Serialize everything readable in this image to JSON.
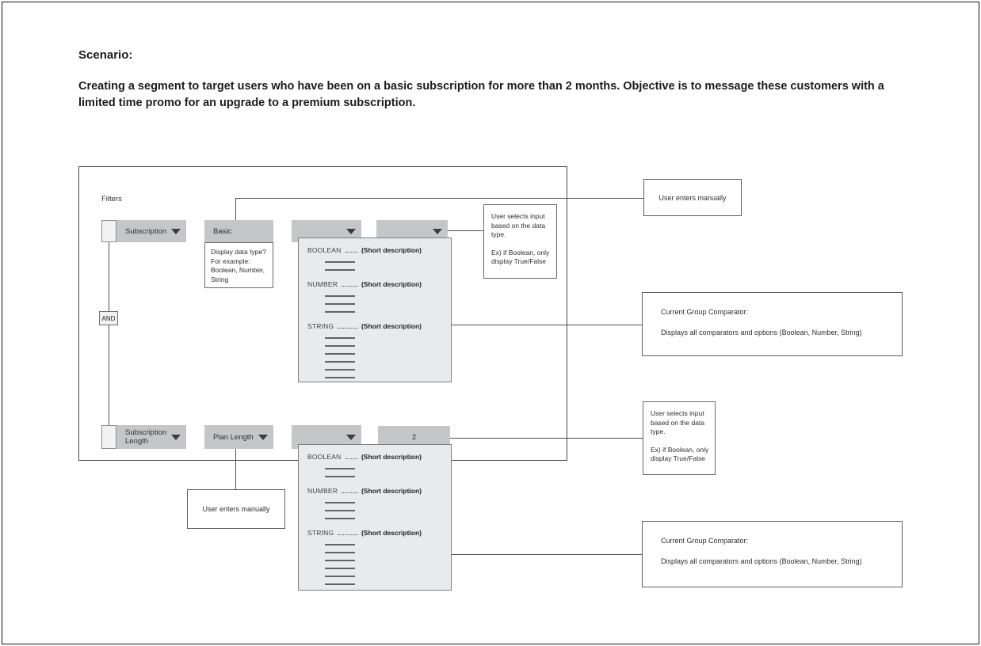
{
  "scenario": {
    "heading": "Scenario:",
    "description": "Creating a segment to target users who have been on a basic subscription for more than 2 months. Objective is to message these customers with a limited time promo for an upgrade to a premium subscription."
  },
  "filters": {
    "panel_label": "Filters",
    "and_connector": "AND",
    "row1": {
      "field1": {
        "label": "Subscription"
      },
      "field2": {
        "label": "Basic"
      },
      "field3": {
        "label": ""
      },
      "field4": {
        "label": ""
      }
    },
    "row2": {
      "field1": {
        "label": "Subscription Length"
      },
      "field2": {
        "label": "Plan Length"
      },
      "field3": {
        "label": ""
      },
      "field4": {
        "label": "2"
      }
    }
  },
  "dropdown_menu": {
    "items": [
      {
        "label": "BOOLEAN",
        "description": "(Short description)",
        "placeholder_lines": 2
      },
      {
        "label": "NUMBER",
        "description": "(Short description)",
        "placeholder_lines": 3
      },
      {
        "label": "STRING",
        "description": "(Short description)",
        "placeholder_lines": 6
      }
    ]
  },
  "annotations": {
    "display_data_type": "Display data type? For example: Boolean, Number, String",
    "user_enters_manually": "User enters manually",
    "user_selects_input": {
      "para1": "User selects input based on the data type.",
      "para2": "Ex) if Boolean, only display True/False"
    },
    "current_group_comparator": {
      "title": "Current Group Comparator:",
      "body": "Displays all comparators and options (Boolean, Number, String)"
    }
  },
  "colors": {
    "dropdown_fill": "#c5c6c7",
    "menu_fill": "#e9eaec",
    "arrow": "#333e47",
    "connector_line": "#4f4f4f"
  }
}
